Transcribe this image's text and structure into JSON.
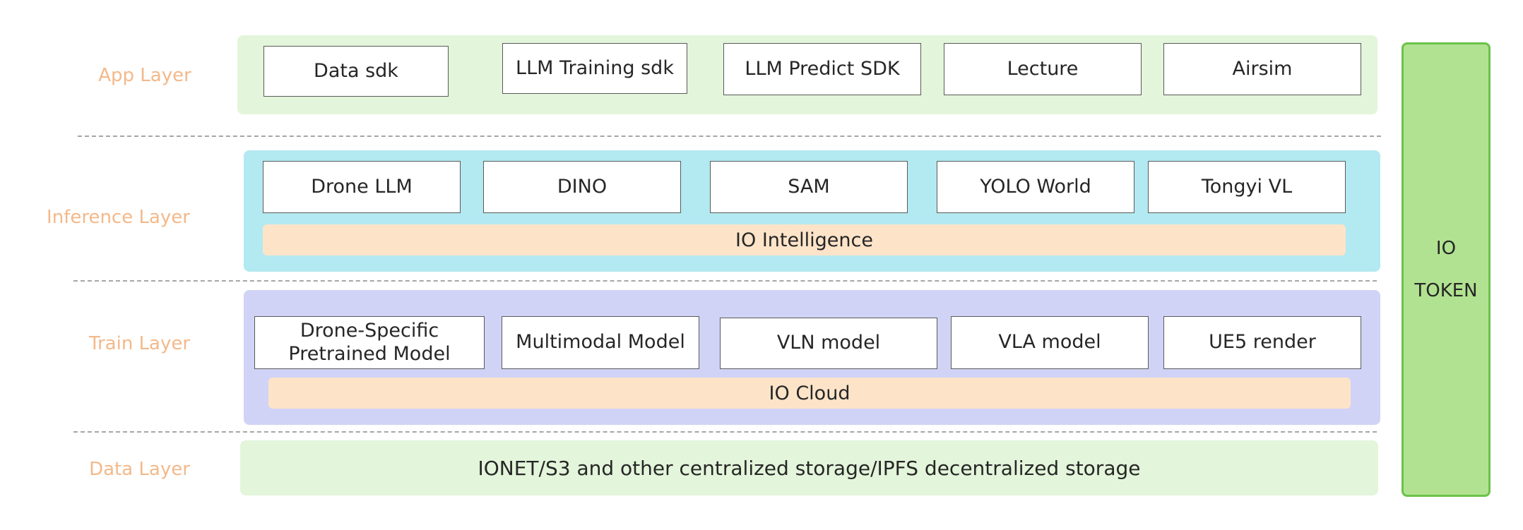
{
  "layers": {
    "app": {
      "label": "App Layer",
      "items": [
        "Data sdk",
        "LLM Training sdk",
        "LLM Predict SDK",
        "Lecture",
        "Airsim"
      ]
    },
    "inference": {
      "label": "Inference Layer",
      "items": [
        "Drone LLM",
        "DINO",
        "SAM",
        "YOLO World",
        "Tongyi VL"
      ],
      "bar": "IO Intelligence"
    },
    "train": {
      "label": "Train Layer",
      "items": [
        "Drone-Specific Pretrained Model",
        "Multimodal Model",
        "VLN model",
        "VLA model",
        "UE5 render"
      ],
      "bar": "IO Cloud"
    },
    "data": {
      "label": "Data Layer",
      "text": "IONET/S3 and other centralized storage/IPFS decentralized storage"
    }
  },
  "token": {
    "line1": "IO",
    "line2": "TOKEN"
  },
  "colors": {
    "label_orange": "#f3b98a",
    "app_bg": "#e3f5da",
    "inference_bg": "#b3e9f1",
    "train_bg": "#d0d3f6",
    "data_bg": "#e3f5da",
    "bar_bg": "#fde4c9",
    "token_bg": "#b1e291",
    "token_border": "#6cc24a"
  }
}
